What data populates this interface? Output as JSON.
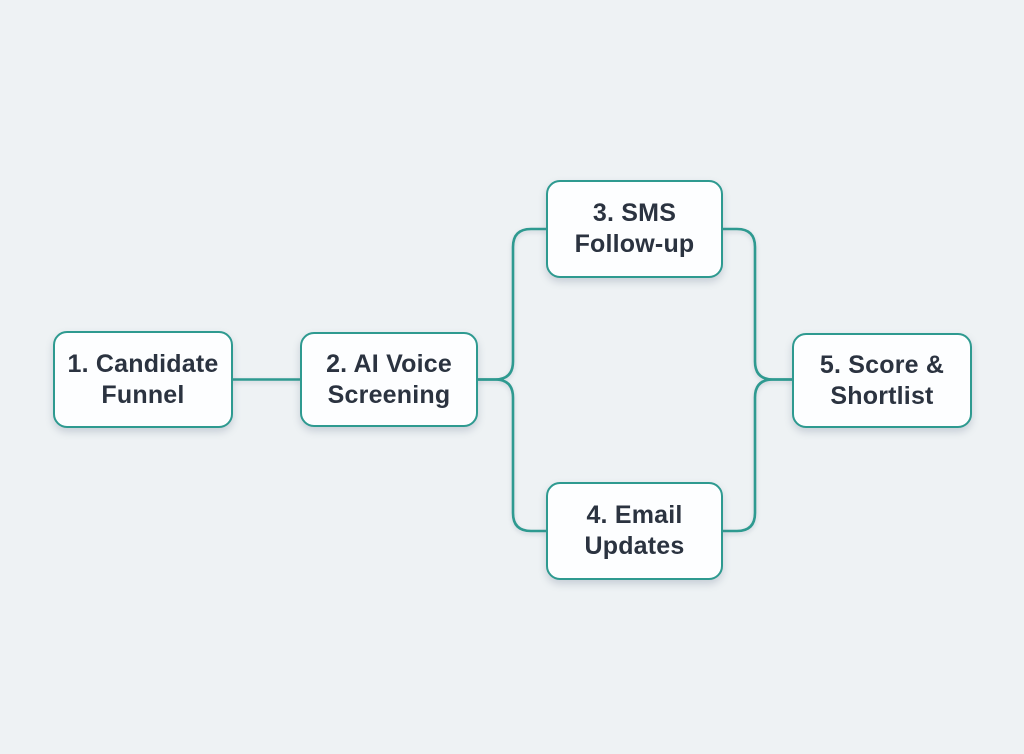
{
  "page": {
    "background_color": "#eef2f4"
  },
  "diagram": {
    "type": "flowchart",
    "direction": "left-to-right",
    "colors": {
      "accent": "#2e9a90",
      "node_fill": "#fdfeff",
      "node_border": "#2e9a90",
      "text": "#2b3340",
      "background": "#eef2f4"
    },
    "nodes": [
      {
        "id": "step1",
        "label": "1. Candidate Funnel",
        "lines": [
          "1. Candidate",
          "Funnel"
        ]
      },
      {
        "id": "step2",
        "label": "2. AI Voice Screening",
        "lines": [
          "2. AI Voice",
          "Screening"
        ]
      },
      {
        "id": "step3",
        "label": "3. SMS Follow-up",
        "lines": [
          "3. SMS",
          "Follow-up"
        ]
      },
      {
        "id": "step4",
        "label": "4. Email Updates",
        "lines": [
          "4. Email",
          "Updates"
        ]
      },
      {
        "id": "step5",
        "label": "5. Score & Shortlist",
        "lines": [
          "5. Score &",
          "Shortlist"
        ]
      }
    ],
    "edges": [
      {
        "from": "step1",
        "to": "step2"
      },
      {
        "from": "step2",
        "to": "step3"
      },
      {
        "from": "step2",
        "to": "step4"
      },
      {
        "from": "step3",
        "to": "step5"
      },
      {
        "from": "step4",
        "to": "step5"
      }
    ]
  }
}
